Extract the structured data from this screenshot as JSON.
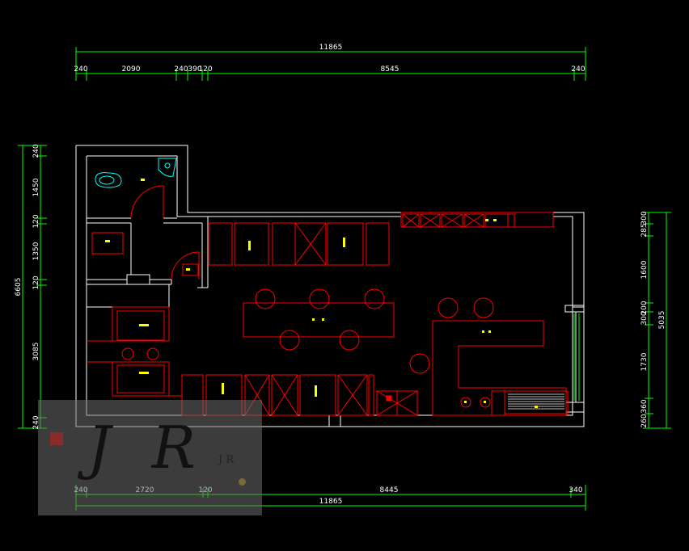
{
  "dimensions": {
    "top_total": "11865",
    "top_segments": [
      "240",
      "2090",
      "240",
      "390",
      "120",
      "8545",
      "240"
    ],
    "bottom_total": "11865",
    "bottom_segments": [
      "240",
      "2720",
      "120",
      "8445",
      "340"
    ],
    "left_total": "6605",
    "left_segments": [
      "240",
      "1450",
      "120",
      "1350",
      "120",
      "3085",
      "240"
    ],
    "right_total": "5035",
    "right_segments": [
      "300",
      "285",
      "1600",
      "200",
      "300",
      "1730",
      "360",
      "260"
    ]
  },
  "watermark": {
    "text": "J R",
    "small": "J R"
  },
  "colors": {
    "wall": "#ffffff",
    "furniture": "#ff0000",
    "dimension": "#00ff00",
    "text": "#ffffff",
    "label": "#ffff00",
    "fixture": "#00ffff"
  }
}
